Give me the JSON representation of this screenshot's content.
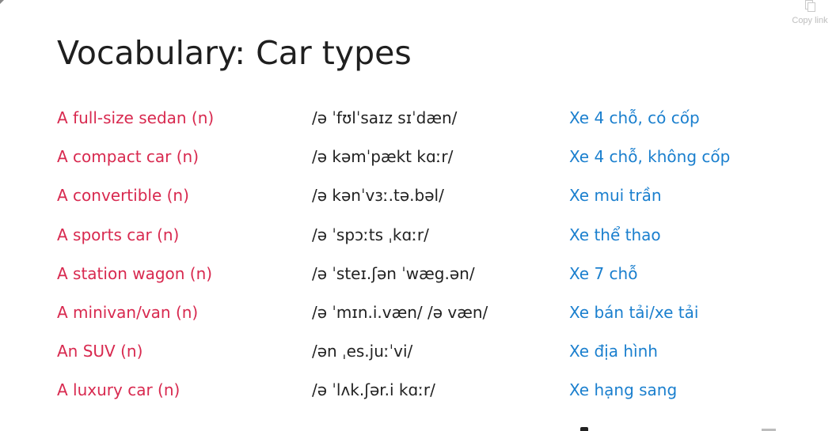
{
  "colors": {
    "term": "#d8294f",
    "meaning": "#1a7fce",
    "ipa": "#222222",
    "title": "#1f1f1f"
  },
  "title": "Vocabulary: Car types",
  "copy_link": {
    "label": "Copy link",
    "icon": "copy-icon"
  },
  "rows": [
    {
      "term": "A full-size sedan (n)",
      "ipa": "/ə ˈfʊlˈsaɪz sɪˈdæn/",
      "meaning": "Xe 4 chỗ, có cốp"
    },
    {
      "term": "A compact car (n)",
      "ipa": "/ə kəmˈpækt kɑːr/",
      "meaning": "Xe 4 chỗ, không cốp"
    },
    {
      "term": "A convertible (n)",
      "ipa": "/ə kənˈvɜː.tə.bəl/",
      "meaning": "Xe mui trần"
    },
    {
      "term": "A sports car (n)",
      "ipa": "/ə ˈspɔːts ˌkɑːr/",
      "meaning": "Xe thể thao"
    },
    {
      "term": "A station wagon (n)",
      "ipa": "/ə ˈsteɪ.ʃən ˈwæg.ən/",
      "meaning": "Xe 7 chỗ"
    },
    {
      "term": "A minivan/van (n)",
      "ipa": "/ə ˈmɪn.i.væn/ /ə væn/",
      "meaning": "Xe bán tải/xe tải"
    },
    {
      "term": "An SUV (n)",
      "ipa": "/ən ˌes.juːˈvi/",
      "meaning": "Xe địa hình"
    },
    {
      "term": "A luxury car (n)",
      "ipa": "/ə ˈlʌk.ʃər.i kɑːr/",
      "meaning": "Xe hạng sang"
    }
  ]
}
